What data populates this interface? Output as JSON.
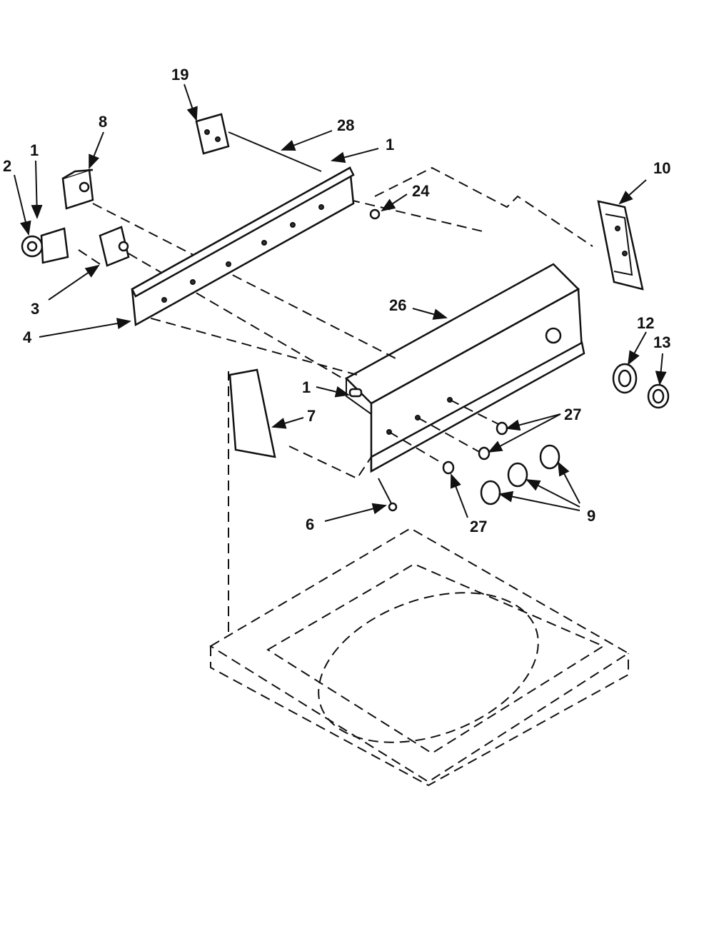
{
  "diagram": {
    "callouts": [
      {
        "key": "c19",
        "text": "19"
      },
      {
        "key": "c28a",
        "text": "28"
      },
      {
        "key": "c1a",
        "text": "1"
      },
      {
        "key": "c8",
        "text": "8"
      },
      {
        "key": "c1b",
        "text": "1"
      },
      {
        "key": "c2",
        "text": "2"
      },
      {
        "key": "c24",
        "text": "24"
      },
      {
        "key": "c10",
        "text": "10"
      },
      {
        "key": "c3",
        "text": "3"
      },
      {
        "key": "c4",
        "text": "4"
      },
      {
        "key": "c26",
        "text": "26"
      },
      {
        "key": "c12",
        "text": "12"
      },
      {
        "key": "c13",
        "text": "13"
      },
      {
        "key": "c1c",
        "text": "1"
      },
      {
        "key": "c7",
        "text": "7"
      },
      {
        "key": "c27a",
        "text": "27"
      },
      {
        "key": "c9",
        "text": "9"
      },
      {
        "key": "c6",
        "text": "6"
      },
      {
        "key": "c27b",
        "text": "27"
      }
    ]
  }
}
